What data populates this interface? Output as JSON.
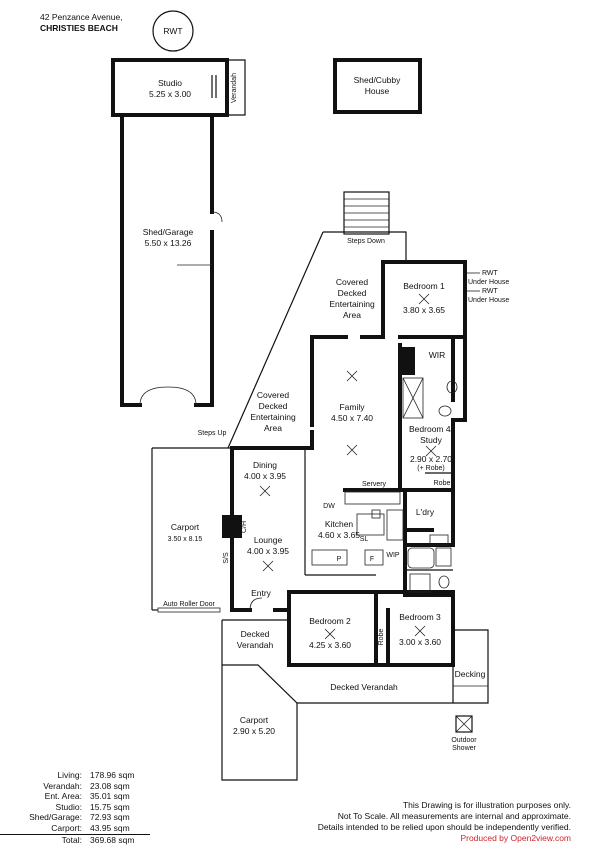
{
  "address": {
    "street": "42 Penzance Avenue,",
    "suburb": "CHRISTIES BEACH"
  },
  "rwt_label": "RWT",
  "rooms": {
    "studio": {
      "name": "Studio",
      "dims": "5.25 x 3.00"
    },
    "verandah_vertical": "Verandah",
    "shed_cubby": {
      "line1": "Shed/Cubby",
      "line2": "House"
    },
    "shed_garage": {
      "name": "Shed/Garage",
      "dims": "5.50 x 13.26"
    },
    "steps_down": "Steps Down",
    "covered_deck_top": {
      "line1": "Covered",
      "line2": "Decked",
      "line3": "Entertaining",
      "line4": "Area"
    },
    "bedroom1": {
      "name": "Bedroom 1",
      "dims": "3.80 x 3.65"
    },
    "rwt_under_1": {
      "line1": "RWT",
      "line2": "Under House"
    },
    "rwt_under_2": {
      "line1": "RWT",
      "line2": "Under House"
    },
    "wir": "WIR",
    "family": {
      "name": "Family",
      "dims": "4.50 x 7.40"
    },
    "covered_deck_left": {
      "line1": "Covered",
      "line2": "Decked",
      "line3": "Entertaining",
      "line4": "Area"
    },
    "steps_up": "Steps Up",
    "bedroom4": {
      "line1": "Bedroom 4/",
      "line2": "Study",
      "dims": "2.90 x 2.70",
      "note": "(+ Robe)"
    },
    "robe_bed4": "Robe",
    "dining": {
      "name": "Dining",
      "dims": "4.00 x 3.95"
    },
    "servery": "Servery",
    "dw": "DW",
    "kitchen": {
      "name": "Kitchen",
      "dims": "4.60 x 3.65"
    },
    "sl": "SL",
    "ldry": "L'dry",
    "ch": "C/H",
    "carport_side": {
      "name": "Carport",
      "dims": "3.50 x 8.15"
    },
    "lounge": {
      "name": "Lounge",
      "dims": "4.00 x 3.95"
    },
    "ss": "S/S",
    "pantry": "P",
    "fridge": "F",
    "wip": "WIP",
    "auto_roller_door": "Auto Roller Door",
    "entry": "Entry",
    "bedroom2": {
      "name": "Bedroom 2",
      "dims": "4.25 x 3.60"
    },
    "robe_bed2": "Robe",
    "bedroom3": {
      "name": "Bedroom 3",
      "dims": "3.00 x 3.60"
    },
    "decked_verandah_left": {
      "line1": "Decked",
      "line2": "Verandah"
    },
    "decked_verandah_bottom": "Decked Verandah",
    "decking": "Decking",
    "carport_front": {
      "name": "Carport",
      "dims": "2.90 x 5.20"
    },
    "outdoor_shower": {
      "line1": "Outdoor",
      "line2": "Shower"
    }
  },
  "areas": [
    {
      "label": "Living:",
      "value": "178.96 sqm"
    },
    {
      "label": "Verandah:",
      "value": "23.08 sqm"
    },
    {
      "label": "Ent. Area:",
      "value": "35.01 sqm"
    },
    {
      "label": "Studio:",
      "value": "15.75 sqm"
    },
    {
      "label": "Shed/Garage:",
      "value": "72.93 sqm"
    },
    {
      "label": "Carport:",
      "value": "43.95 sqm"
    },
    {
      "label": "Total:",
      "value": "369.68 sqm"
    }
  ],
  "disclaimer": {
    "line1": "This Drawing is for illustration purposes only.",
    "line2": "Not To Scale. All measurements are internal and approximate.",
    "line3": "Details intended to be relied upon should be independently verified.",
    "line4": "Produced by Open2view.com"
  }
}
